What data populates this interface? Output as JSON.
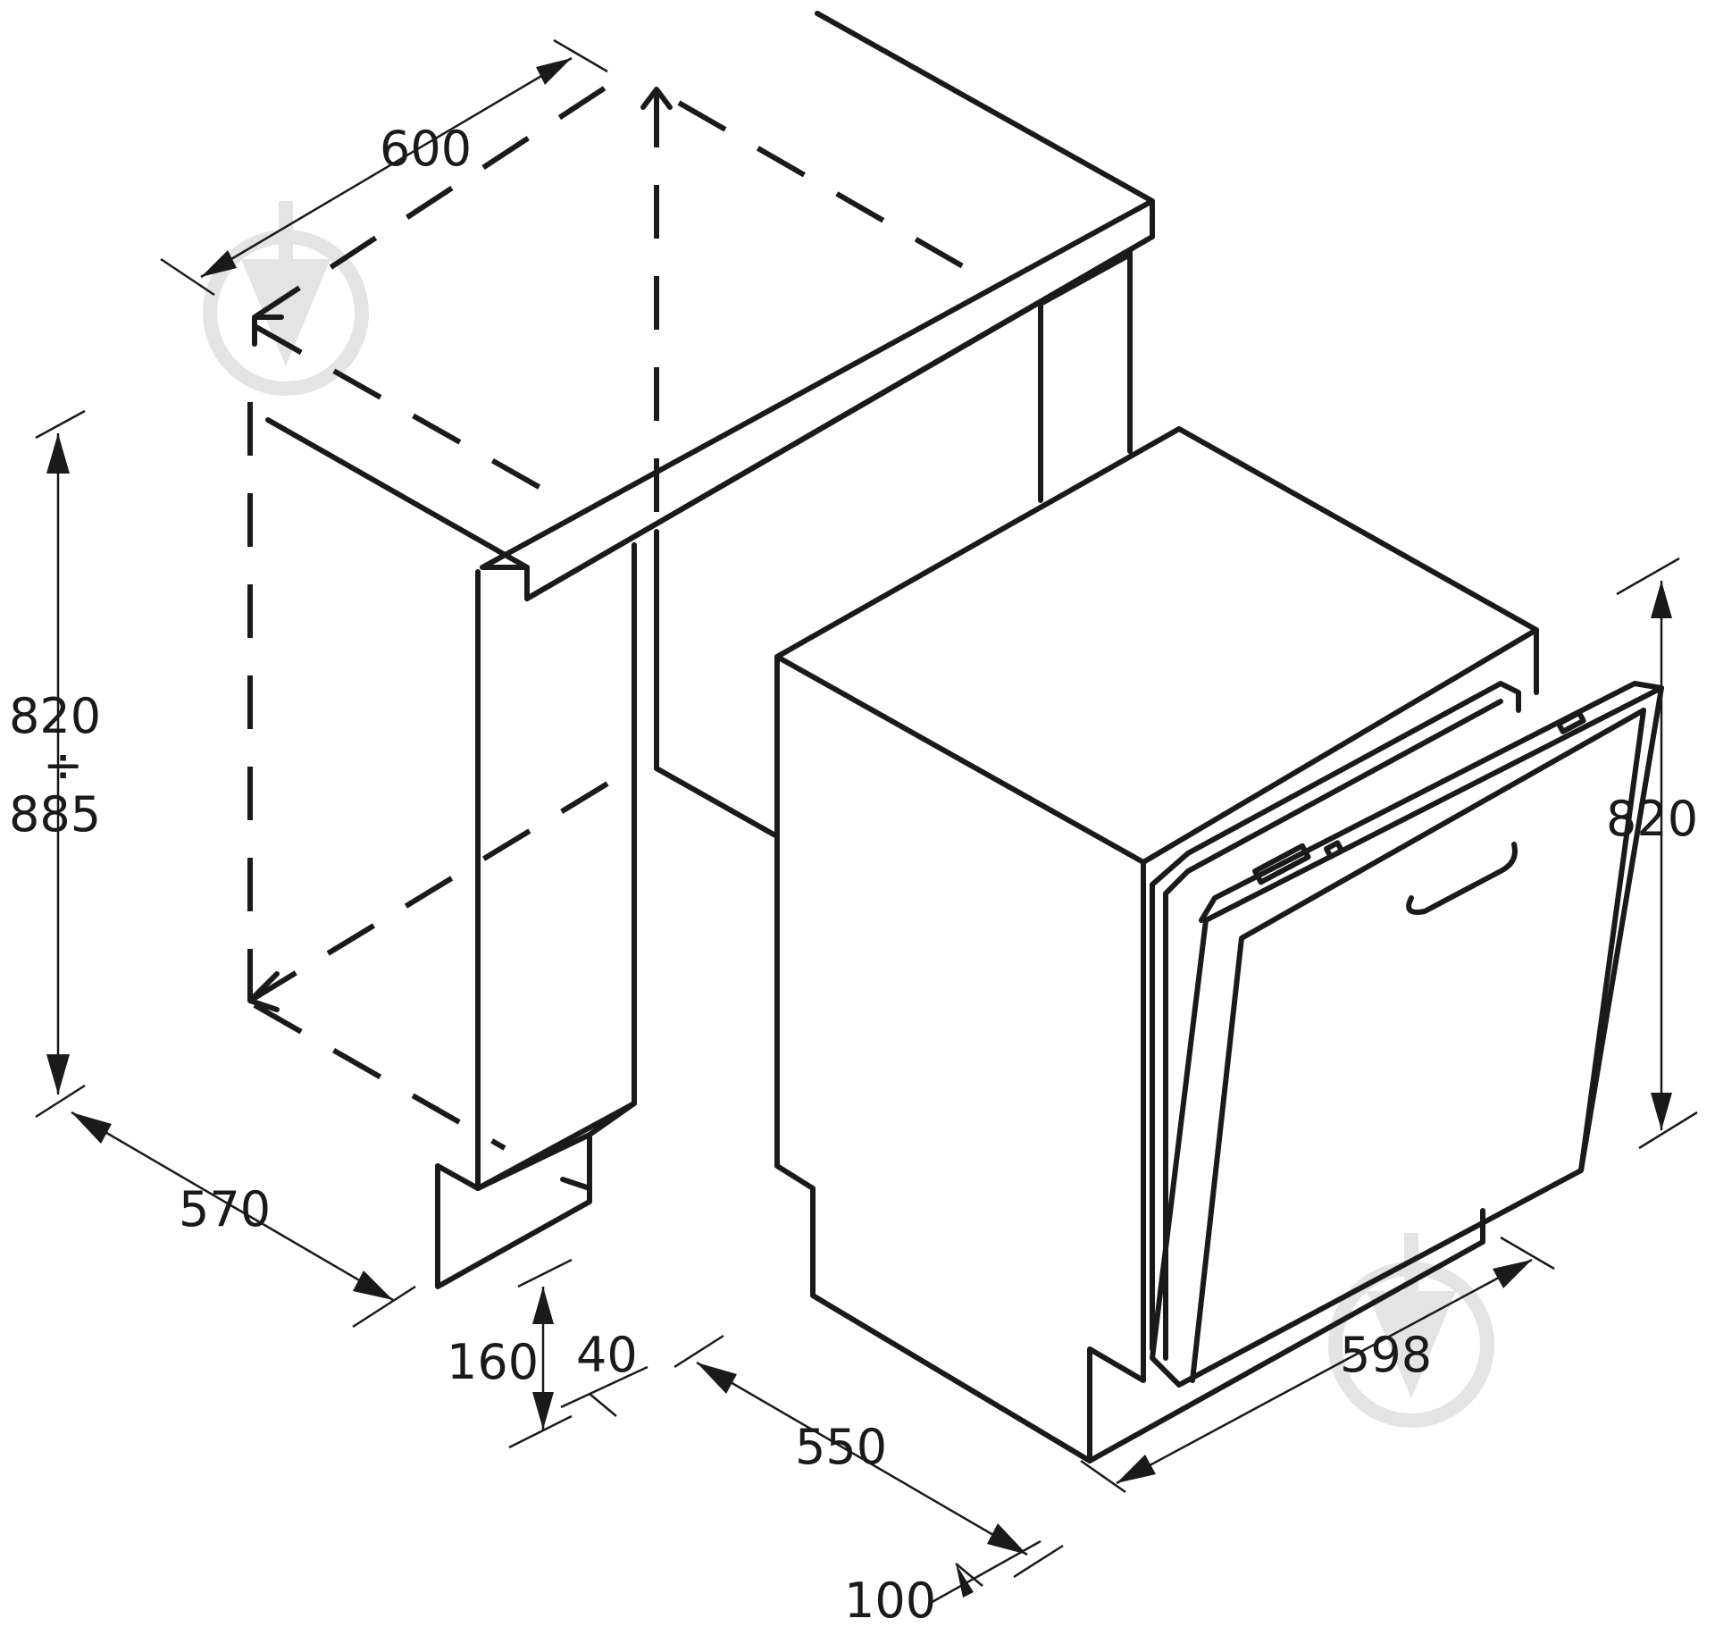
{
  "dimensions": {
    "niche_width": "600",
    "niche_height_min": "820",
    "niche_height_sep": "÷",
    "niche_height_max": "885",
    "niche_depth": "570",
    "plinth_height": "160",
    "plinth_setback": "40",
    "appliance_depth": "550",
    "door_clearance": "100",
    "appliance_width": "598",
    "appliance_height": "820"
  },
  "icons": {
    "watermark": "watermark-logo-icon"
  }
}
